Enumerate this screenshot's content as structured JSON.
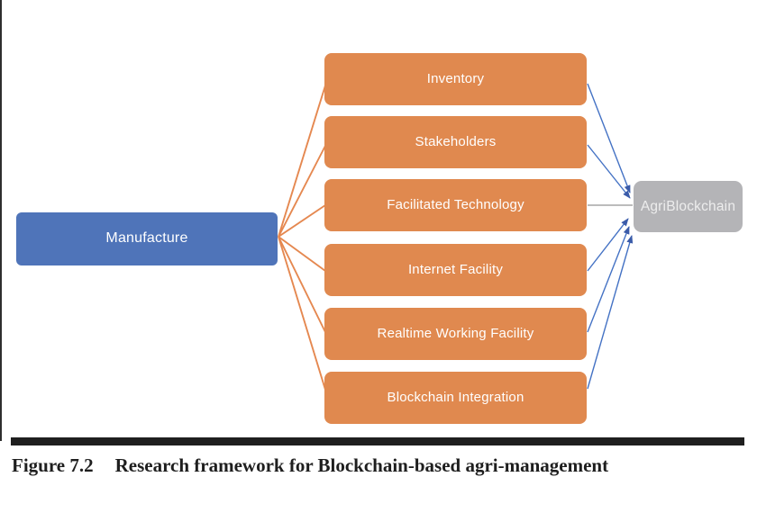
{
  "figure": {
    "caption_label": "Figure 7.2",
    "caption_text": "Research framework for Blockchain-based agri-management"
  },
  "diagram": {
    "source": {
      "label": "Manufacture"
    },
    "factors": [
      {
        "label": "Inventory"
      },
      {
        "label": "Stakeholders"
      },
      {
        "label": "Facilitated Technology"
      },
      {
        "label": "Internet Facility"
      },
      {
        "label": "Realtime Working Facility"
      },
      {
        "label": "Blockchain Integration"
      }
    ],
    "target": {
      "label": "AgriBlockchain"
    }
  },
  "colors": {
    "source_fill": "#4F74B9",
    "factor_fill": "#E0894F",
    "target_fill": "#B4B4B7",
    "connector_orange": "#E58850",
    "connector_blue": "#4472C4",
    "arrowhead_blue": "#3A5BA9",
    "connector_gray": "#A6A6A6",
    "rule_color": "#1F1F1F",
    "caption_color": "#1E1E1E",
    "node_text": "#FFFFFF"
  }
}
